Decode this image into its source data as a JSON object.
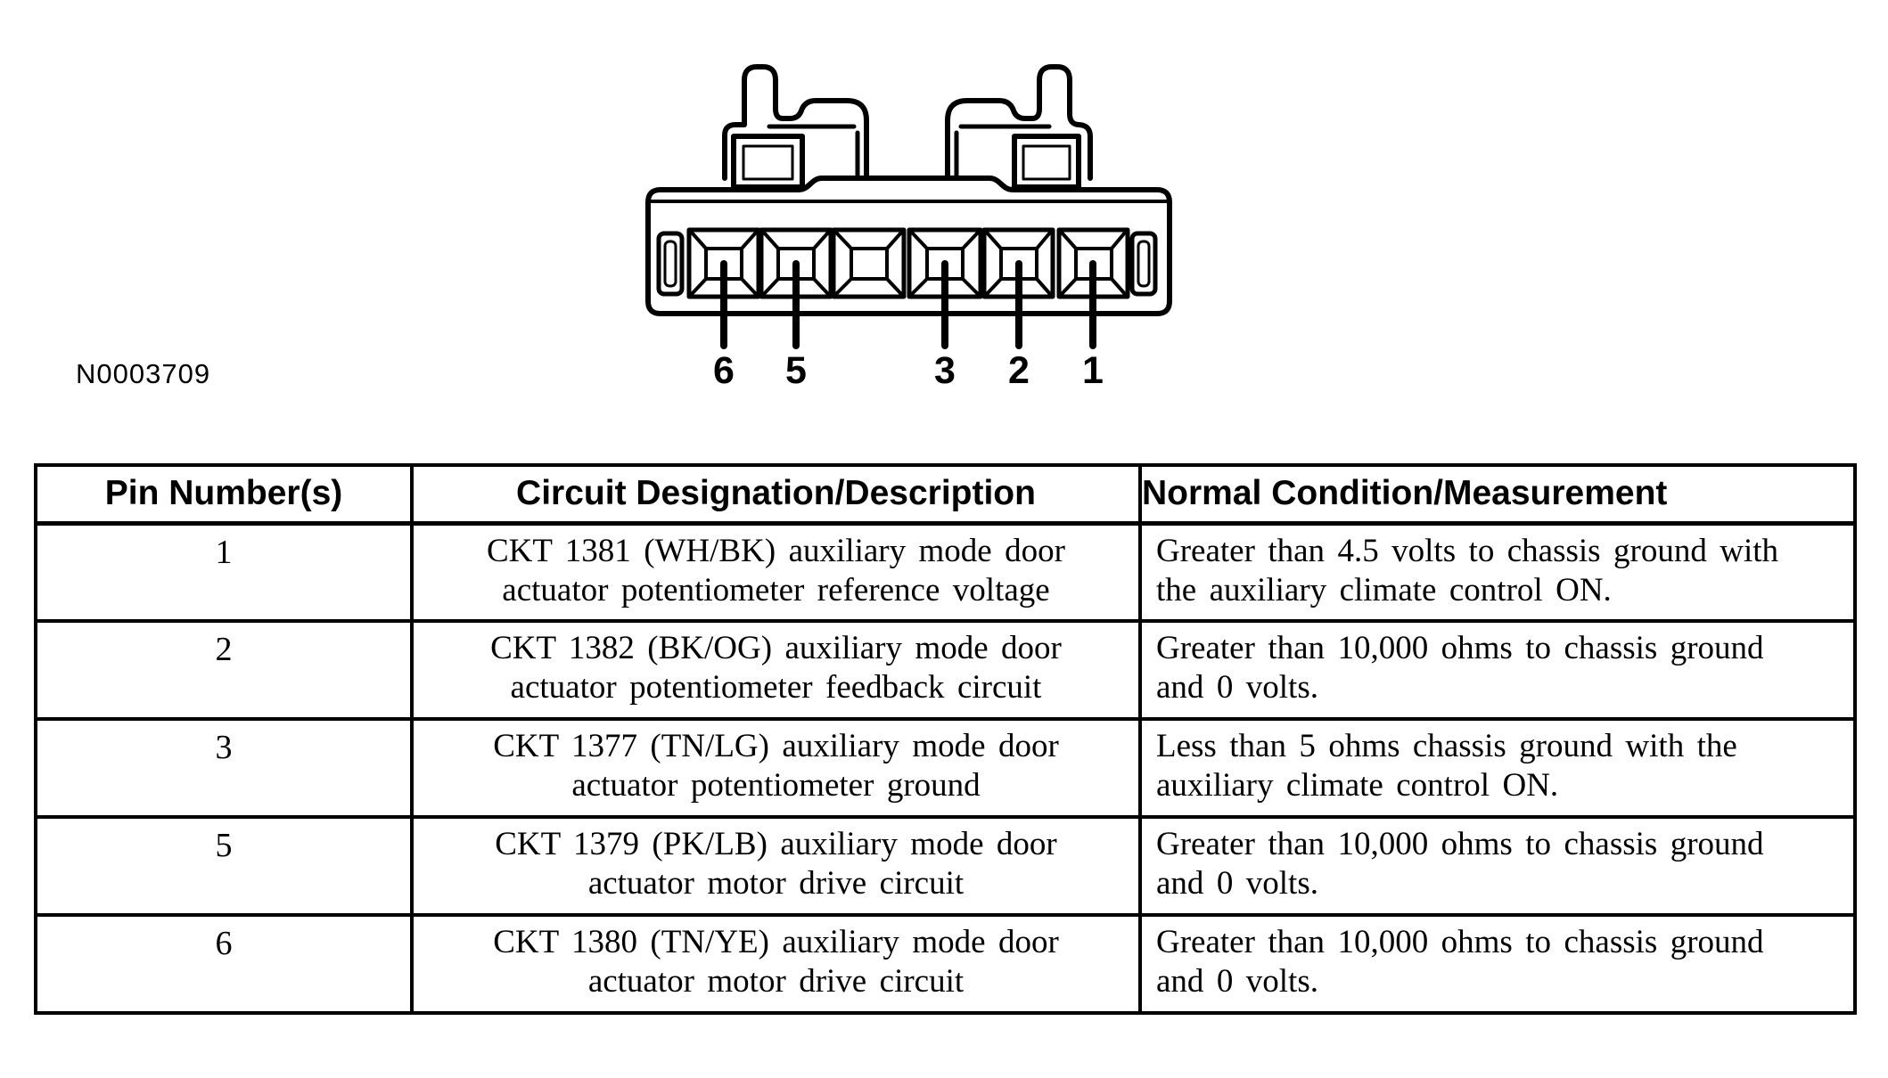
{
  "figure": {
    "id_label": "N0003709",
    "connector": {
      "description": "6-cavity connector face view, two latch towers on top, end slots left and right",
      "cavity_count": 6,
      "pin_labels": [
        "6",
        "5",
        "3",
        "2",
        "1"
      ],
      "line_color": "#000000"
    }
  },
  "table": {
    "headers": [
      "Pin Number(s)",
      "Circuit Designation/Description",
      "Normal Condition/Measurement"
    ],
    "rows": [
      {
        "pin": "1",
        "circuit": "CKT 1381 (WH/BK) auxiliary mode door\nactuator potentiometer reference voltage",
        "condition": "Greater than 4.5 volts to chassis ground with\nthe auxiliary climate control ON."
      },
      {
        "pin": "2",
        "circuit": "CKT 1382 (BK/OG) auxiliary mode door\nactuator potentiometer feedback circuit",
        "condition": "Greater than 10,000 ohms to chassis ground\nand 0 volts."
      },
      {
        "pin": "3",
        "circuit": "CKT 1377 (TN/LG) auxiliary mode door\nactuator potentiometer ground",
        "condition": "Less than 5 ohms chassis ground with the\nauxiliary climate control ON."
      },
      {
        "pin": "5",
        "circuit": "CKT 1379 (PK/LB) auxiliary mode door\nactuator motor drive circuit",
        "condition": "Greater than 10,000 ohms to chassis ground\nand 0 volts."
      },
      {
        "pin": "6",
        "circuit": "CKT 1380 (TN/YE) auxiliary mode door\nactuator motor drive circuit",
        "condition": "Greater than 10,000 ohms to chassis ground\nand 0 volts."
      }
    ]
  }
}
